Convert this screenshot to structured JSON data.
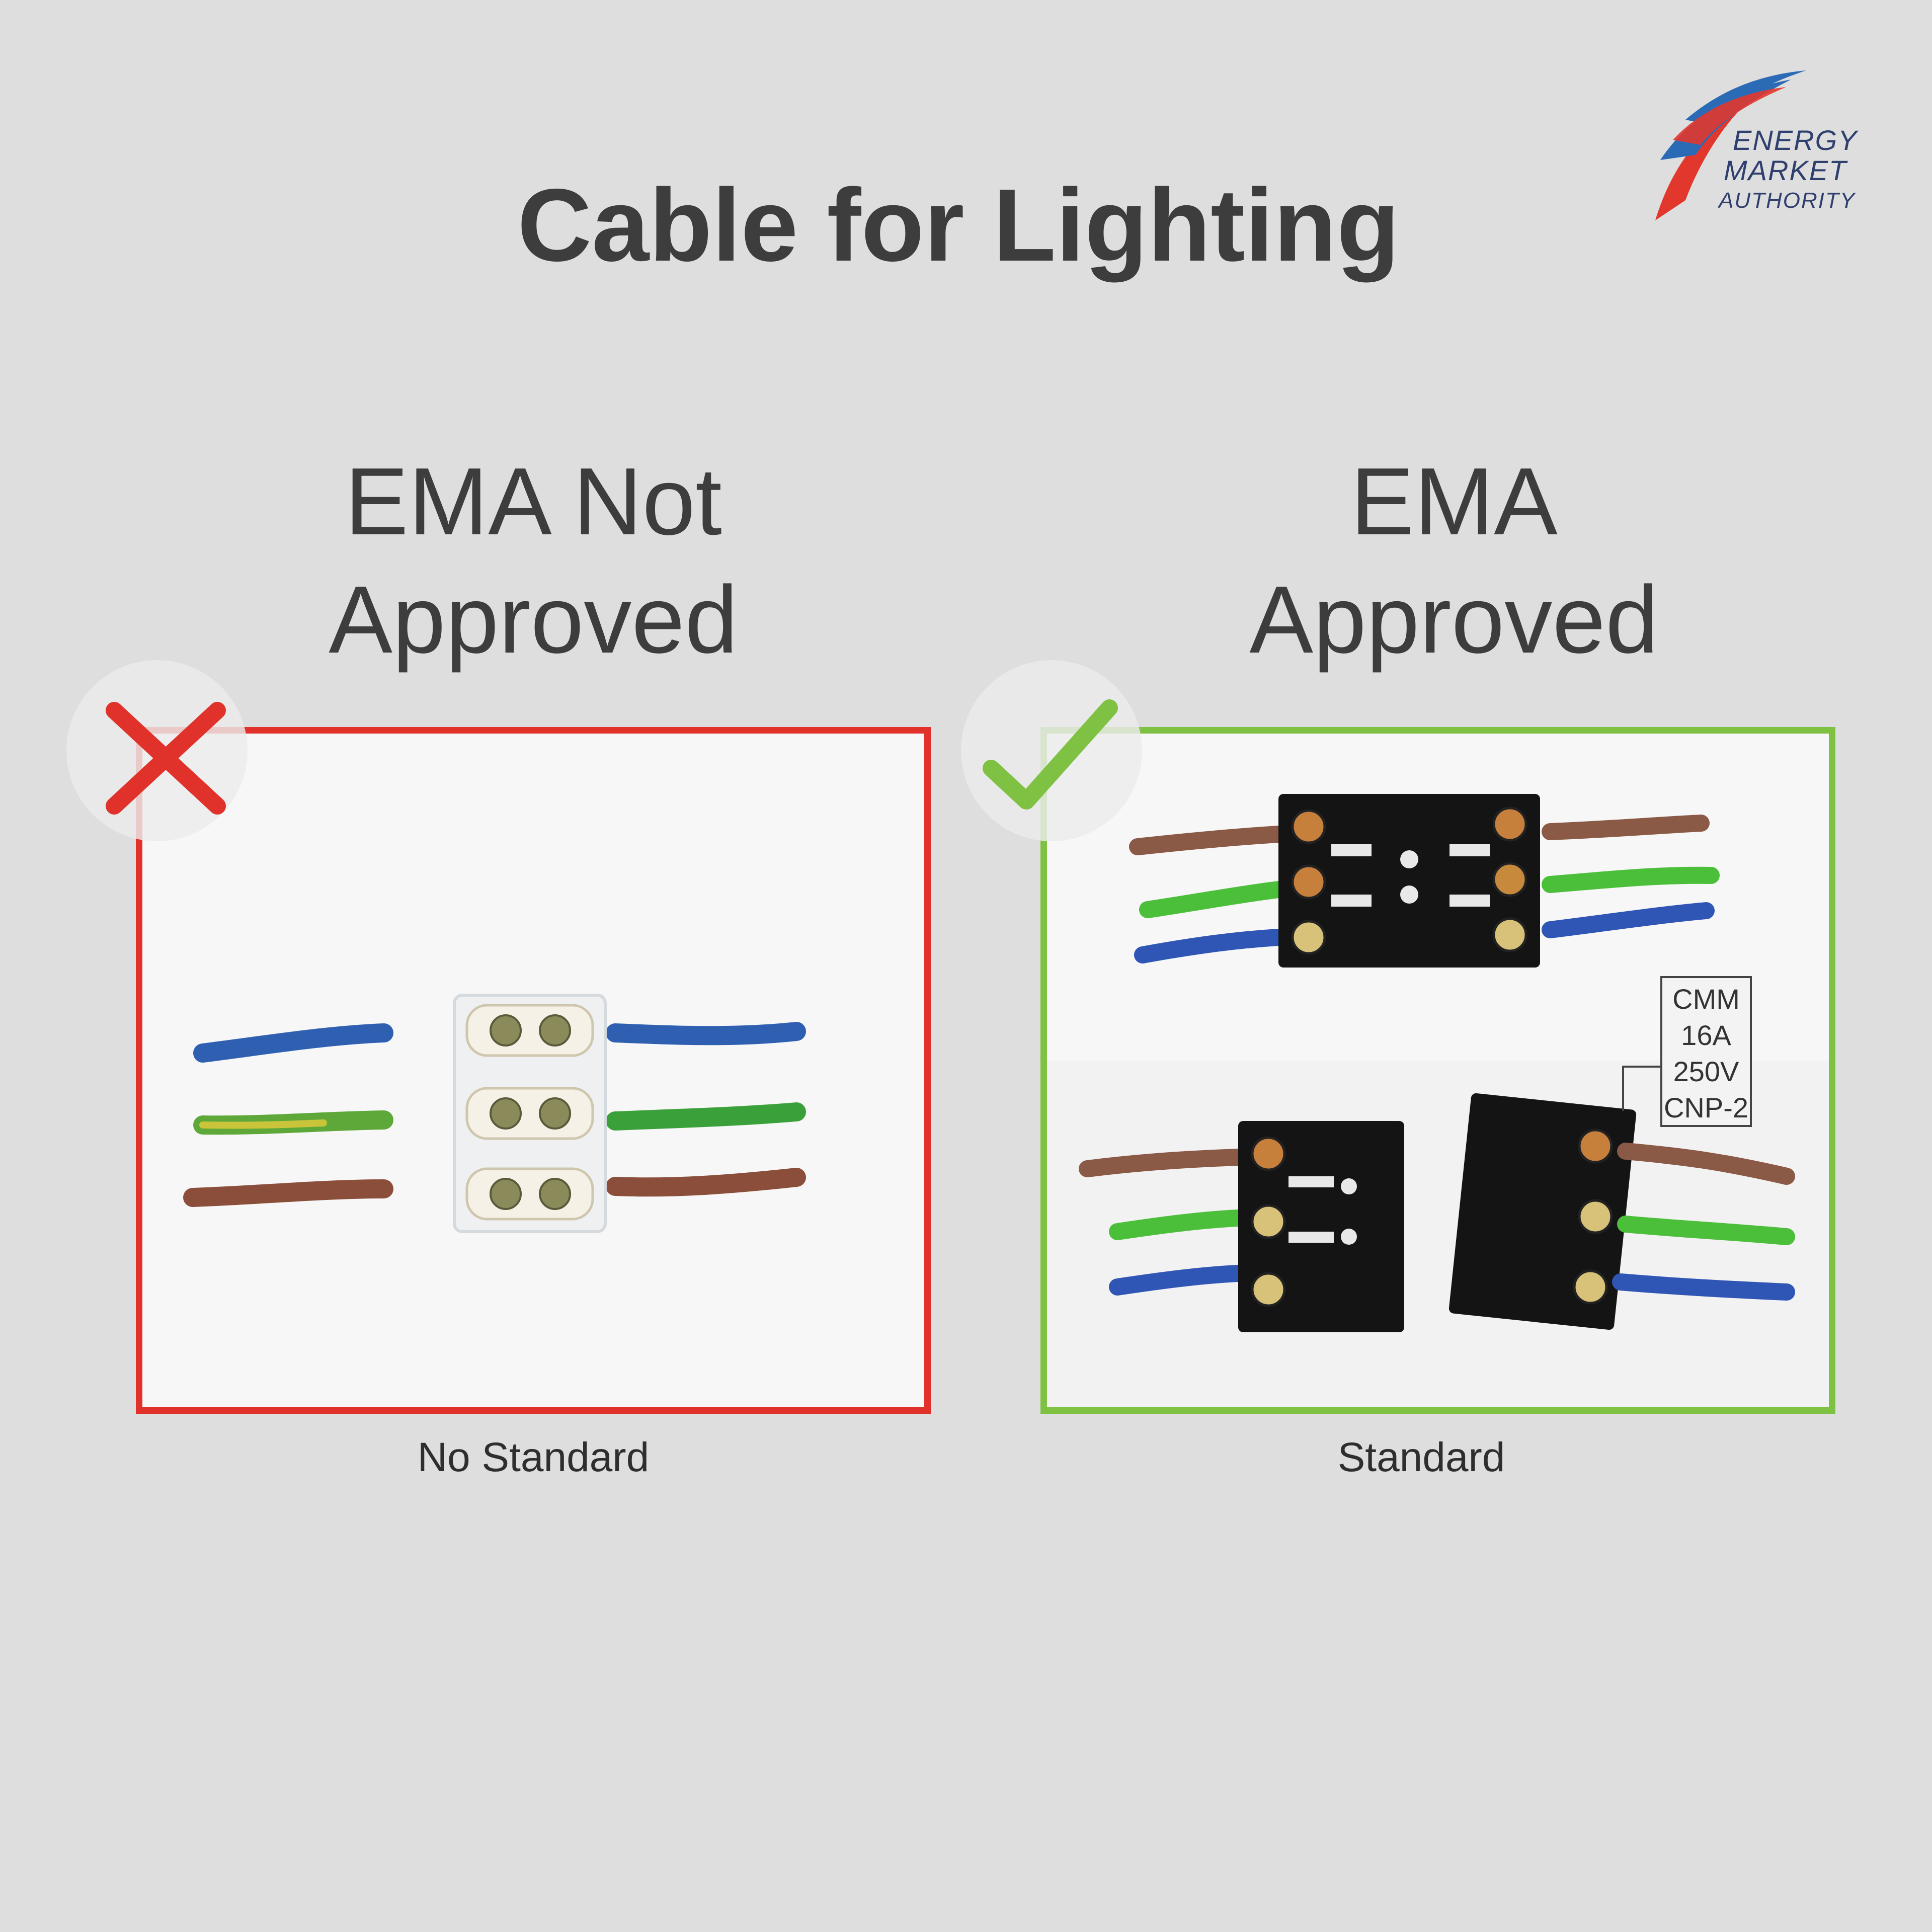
{
  "title": "Cable for Lighting",
  "logo": {
    "name": "ENERGY MARKET AUTHORITY",
    "line1": "Energy",
    "line2": "Market",
    "line3": "Authority",
    "colors": {
      "red": "#e2372c",
      "blue": "#2b6bb5",
      "navy": "#2f3f6e"
    }
  },
  "left": {
    "heading_line1": "EMA Not",
    "heading_line2": "Approved",
    "caption": "No Standard",
    "badge_icon": "cross-icon",
    "accent": "#e0322a"
  },
  "right": {
    "heading_line1": "EMA",
    "heading_line2": "Approved",
    "caption": "Standard",
    "badge_icon": "check-icon",
    "accent": "#7fc142",
    "spec_label": [
      "CMM",
      "16A",
      "250V",
      "CNP-2"
    ]
  },
  "colors": {
    "background": "#dedede",
    "wire_blue": "#2f5fb0",
    "wire_green": "#3aa03a",
    "wire_brown": "#8a4e3a"
  }
}
